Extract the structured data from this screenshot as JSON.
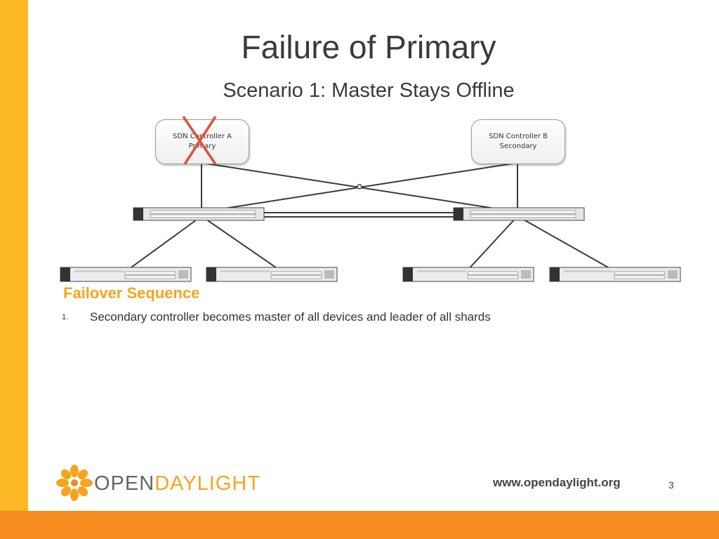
{
  "slide": {
    "title": "Failure of Primary",
    "subtitle": "Scenario 1: Master Stays Offline"
  },
  "diagram": {
    "controller_a": {
      "line1": "SDN Controller A",
      "line2": "Primary",
      "status": "failed"
    },
    "controller_b": {
      "line1": "SDN Controller B",
      "line2": "Secondary"
    },
    "core_switches": 2,
    "edge_switches": 4,
    "colors": {
      "failure_mark": "#e0523a",
      "link": "#3a3a3a"
    }
  },
  "failover": {
    "heading": "Failover Sequence",
    "steps": [
      {
        "num": "1.",
        "text": "Secondary controller becomes master of all devices and leader of all shards"
      }
    ]
  },
  "footer": {
    "logo_open": "OPEN",
    "logo_daylight": "DAYLIGHT",
    "url": "www.opendaylight.org",
    "page": "3"
  },
  "colors": {
    "left_bar": "#fdb825",
    "bottom_bar": "#f68b1f",
    "heading": "#f5a51c"
  }
}
